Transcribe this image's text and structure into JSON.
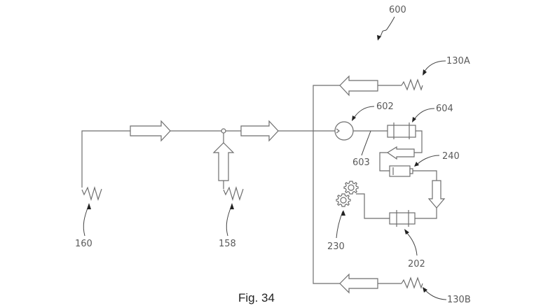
{
  "figure": {
    "caption": "Fig. 34",
    "system_ref": "600"
  },
  "labels": {
    "l160": "160",
    "l158": "158",
    "l602": "602",
    "l603": "603",
    "l604": "604",
    "l240": "240",
    "l230": "230",
    "l202": "202",
    "l130A": "130A",
    "l130B": "130B"
  },
  "components": [
    {
      "ref": "160",
      "kind": "spring-source"
    },
    {
      "ref": "158",
      "kind": "spring-source"
    },
    {
      "ref": "602",
      "kind": "circular-element"
    },
    {
      "ref": "603",
      "kind": "connecting-line"
    },
    {
      "ref": "604",
      "kind": "cylinder-element"
    },
    {
      "ref": "240",
      "kind": "cylinder-element"
    },
    {
      "ref": "230",
      "kind": "gear-pair"
    },
    {
      "ref": "202",
      "kind": "cylinder-element"
    },
    {
      "ref": "130A",
      "kind": "spring-source"
    },
    {
      "ref": "130B",
      "kind": "spring-source"
    }
  ],
  "colors": {
    "line": "#6e6e6e",
    "text": "#5a5a5a",
    "caption": "#222222",
    "background": "#ffffff"
  }
}
